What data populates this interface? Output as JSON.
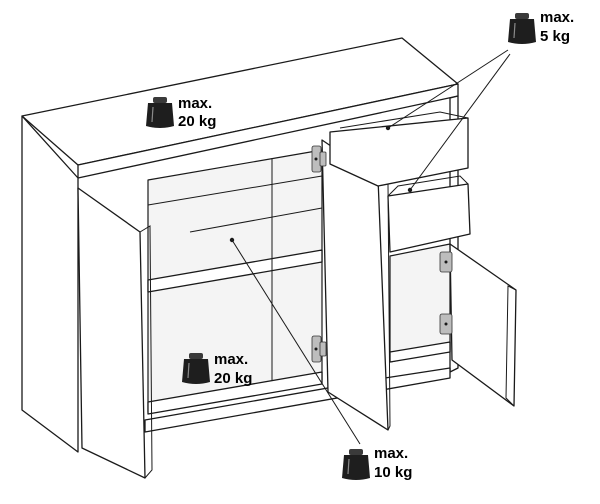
{
  "labels": {
    "top": {
      "line1": "max.",
      "line2": "20 kg"
    },
    "drawer": {
      "line1": "max.",
      "line2": "5 kg"
    },
    "bottom": {
      "line1": "max.",
      "line2": "20 kg"
    },
    "shelf": {
      "line1": "max.",
      "line2": "10 kg"
    }
  },
  "colors": {
    "ink": "#1a1a1a",
    "weight": "#1e1e1e",
    "hinge": "#bdbdbd"
  },
  "icons": [
    "weight-icon",
    "hinge-icon"
  ]
}
